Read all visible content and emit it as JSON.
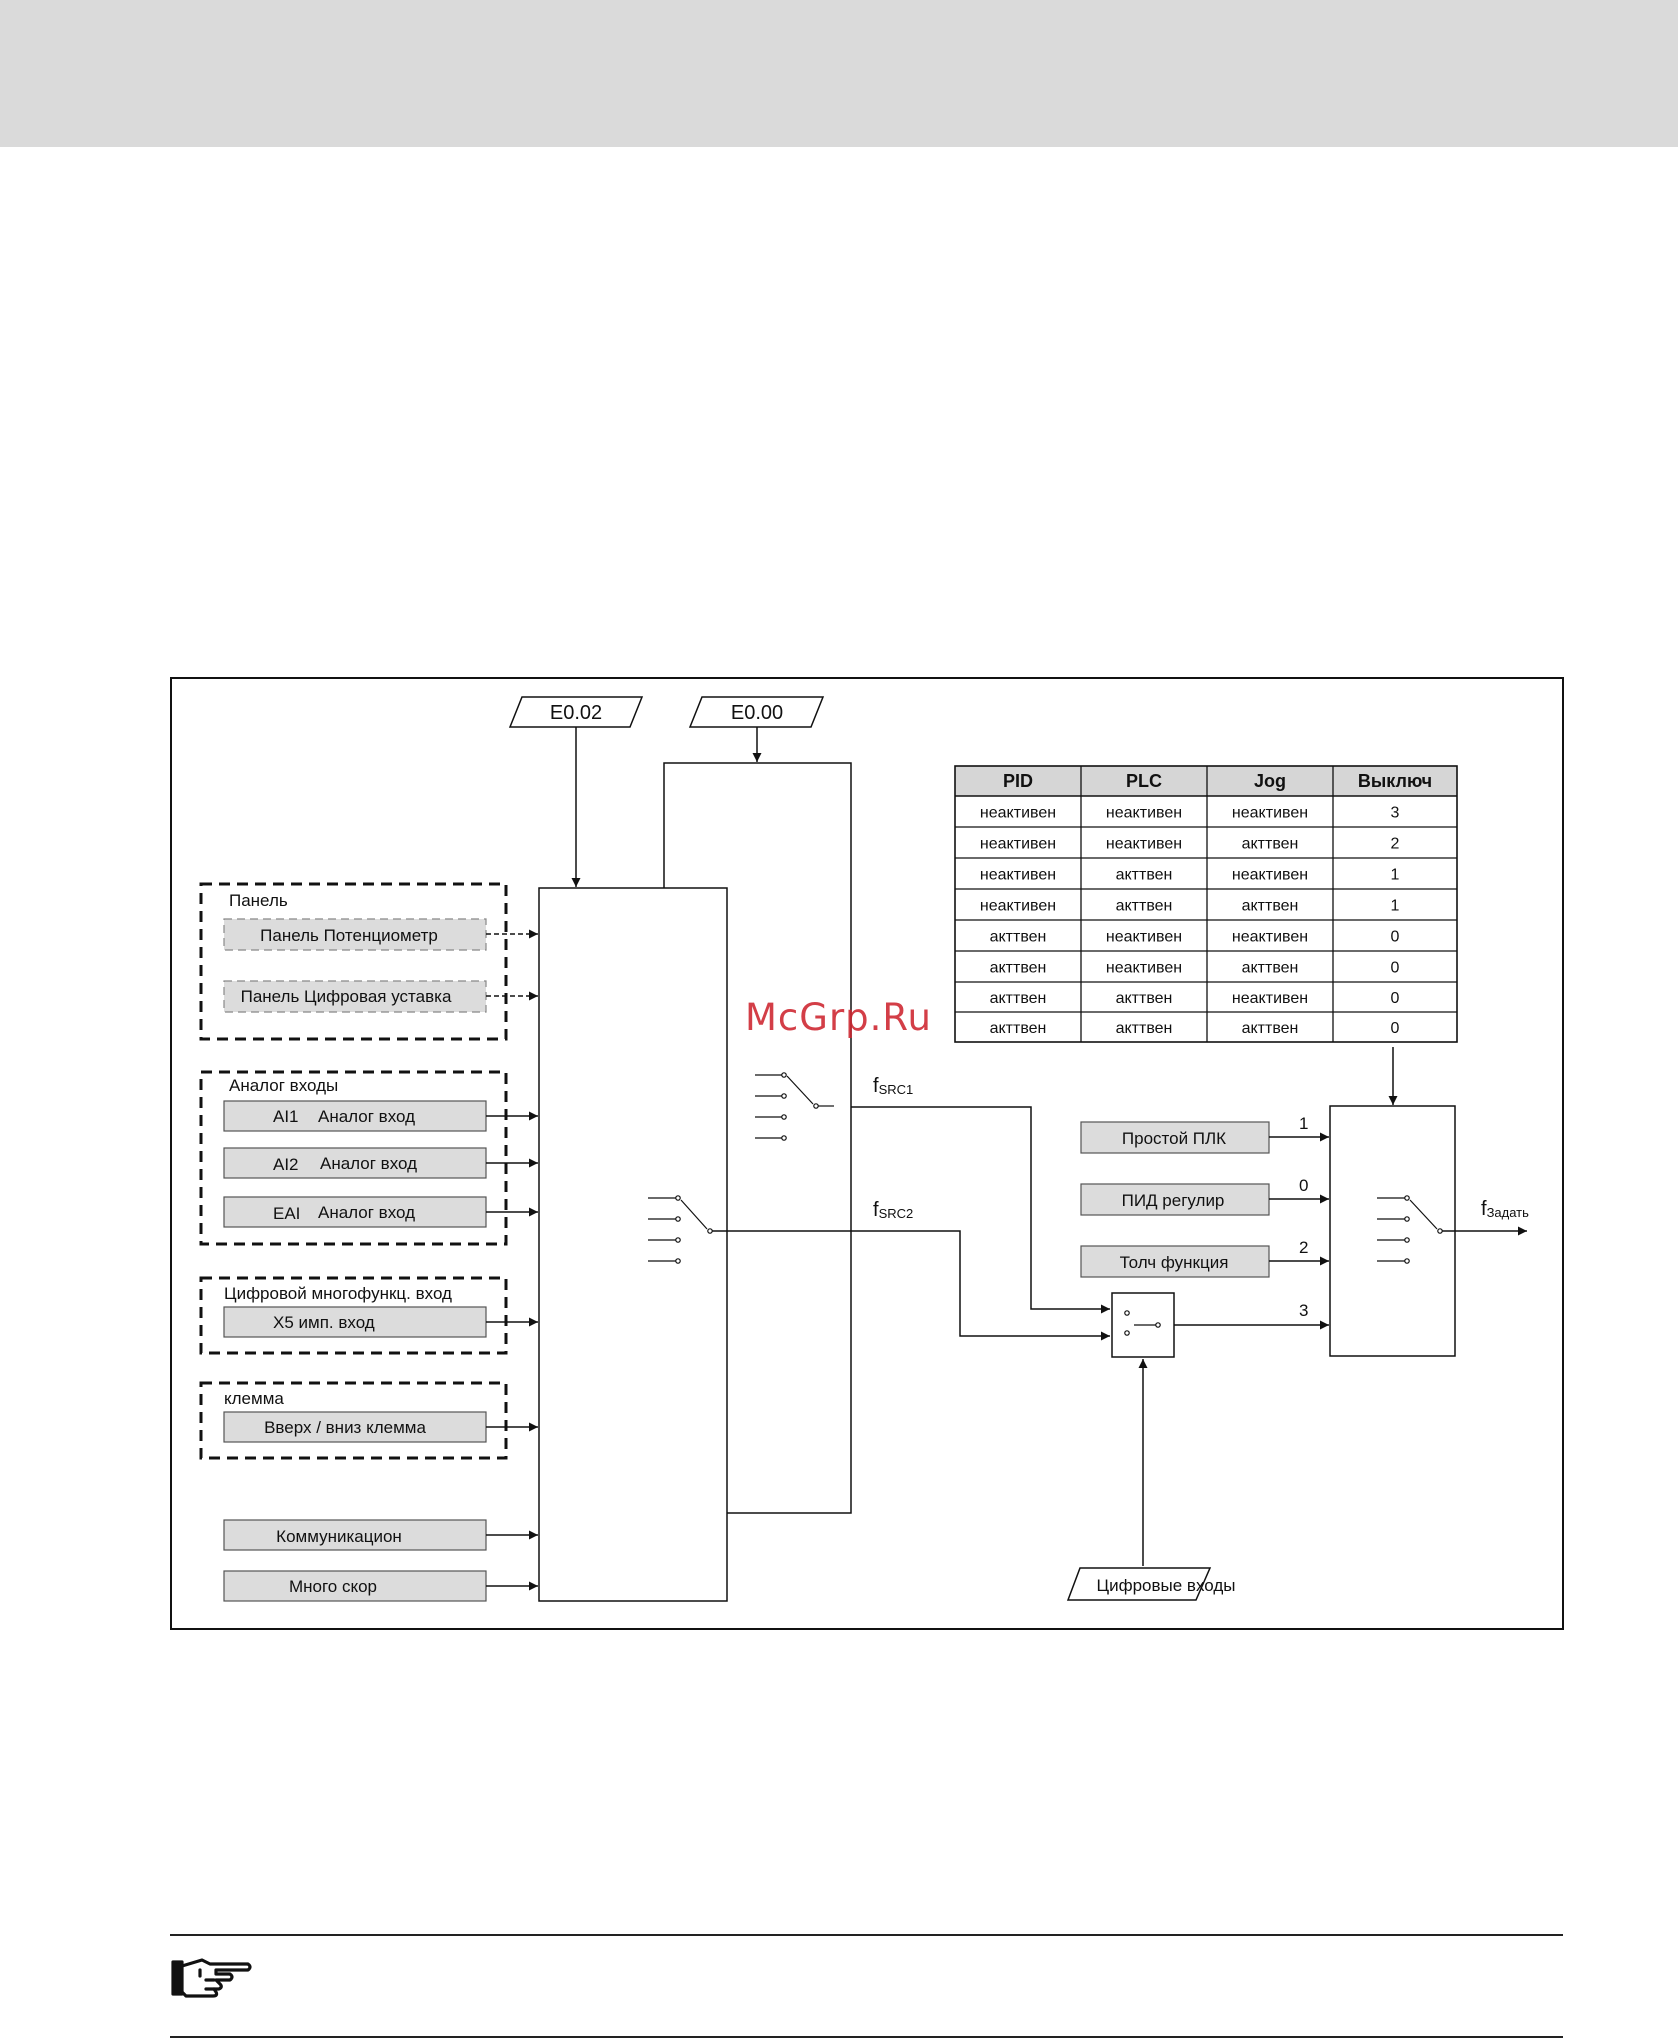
{
  "header": {
    "band_color": "#dadada"
  },
  "diagram": {
    "params": {
      "e002": "E0.02",
      "e000": "E0.00"
    },
    "groups": {
      "panel": {
        "title": "Панель",
        "items": [
          "Панель Потенциометр",
          "Панель Цифровая уставка"
        ]
      },
      "analog": {
        "title": "Аналог входы",
        "items": [
          {
            "id": "AI1",
            "label": "Аналог вход"
          },
          {
            "id": "AI2",
            "label": "Аналог вход"
          },
          {
            "id": "EAI",
            "label": "Аналог вход"
          }
        ]
      },
      "digital": {
        "title": "Цифровой многофункц. вход",
        "item": "X5 имп. вход"
      },
      "terminal": {
        "title": "клемма",
        "item": "Вверх / вниз клемма"
      }
    },
    "standalone": [
      "Коммуникацион",
      "Много скор"
    ],
    "signals": {
      "fsrc1": {
        "main": "f",
        "sub": "SRC1"
      },
      "fsrc2": {
        "main": "f",
        "sub": "SRC2"
      },
      "fset": {
        "main": "f",
        "sub": "Задать"
      }
    },
    "functions": [
      {
        "label": "Простой ПЛК",
        "value": "1"
      },
      {
        "label": "ПИД регулир",
        "value": "0"
      },
      {
        "label": "Толч функция",
        "value": "2"
      }
    ],
    "combiner_value": "3",
    "digital_inputs": "Цифровые входы",
    "table": {
      "headers": [
        "PID",
        "PLC",
        "Jog",
        "Выключ"
      ],
      "rows": [
        [
          "неактивен",
          "неактивен",
          "неактивен",
          "3"
        ],
        [
          "неактивен",
          "неактивен",
          "акттвен",
          "2"
        ],
        [
          "неактивен",
          "акттвен",
          "неактивен",
          "1"
        ],
        [
          "неактивен",
          "акттвен",
          "акттвен",
          "1"
        ],
        [
          "акттвен",
          "неактивен",
          "неактивен",
          "0"
        ],
        [
          "акттвен",
          "неактивен",
          "акттвен",
          "0"
        ],
        [
          "акттвен",
          "акттвен",
          "неактивен",
          "0"
        ],
        [
          "акттвен",
          "акттвен",
          "акттвен",
          "0"
        ]
      ]
    }
  },
  "watermark": "McGrp.Ru",
  "note": {
    "icon": "pointing-hand-icon"
  }
}
